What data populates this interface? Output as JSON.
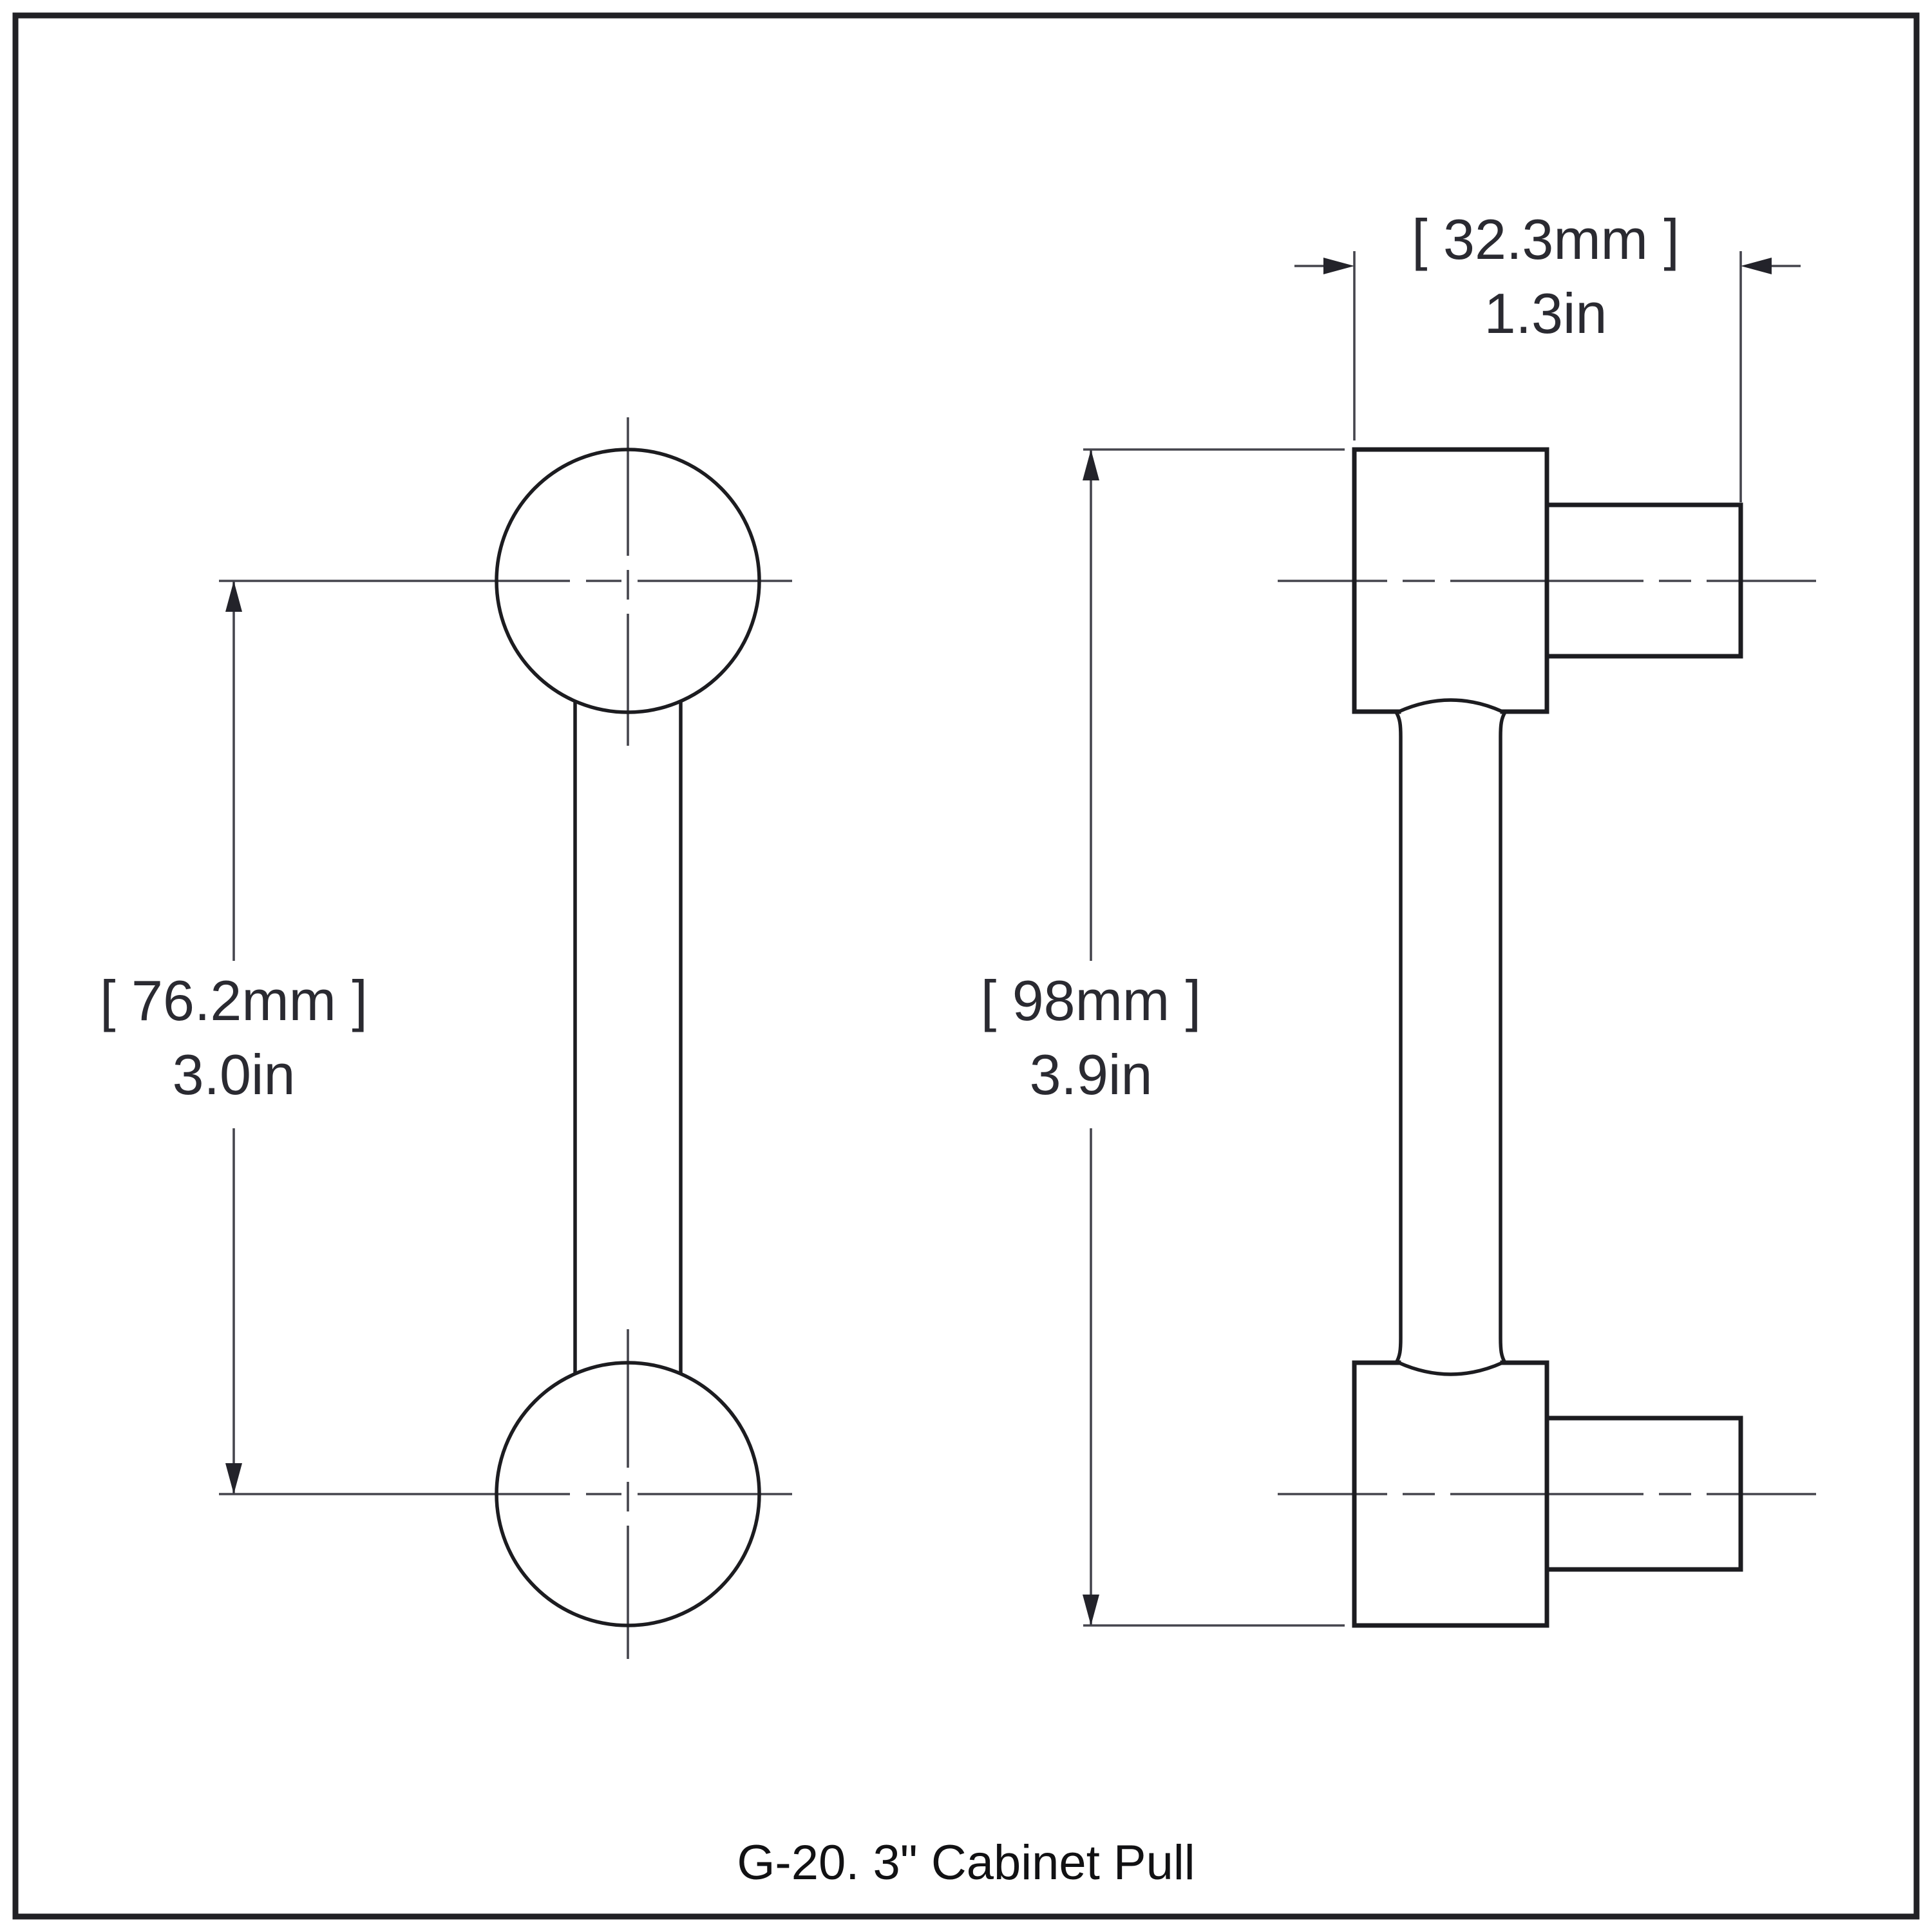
{
  "drawing": {
    "caption": "G-20. 3\" Cabinet Pull",
    "callouts": {
      "depth": {
        "metric": "[ 32.3mm ]",
        "imperial": "1.3in"
      },
      "center_to_center": {
        "metric": "[ 76.2mm ]",
        "imperial": "3.0in"
      },
      "overall_length": {
        "metric": "[ 98mm ]",
        "imperial": "3.9in"
      }
    },
    "colors": {
      "object_line": "#1c1c20",
      "thin_line": "#45454d",
      "text": "#2a2a31",
      "border": "#212125",
      "background": "#ffffff"
    }
  }
}
